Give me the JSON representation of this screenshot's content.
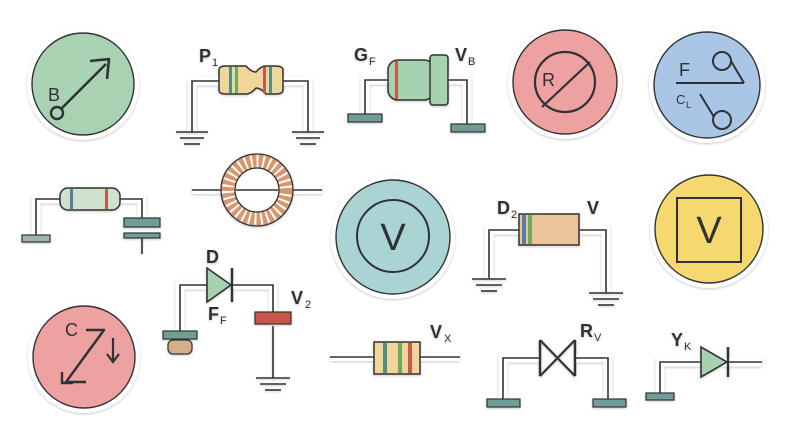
{
  "labels": {
    "b": "B",
    "p1": "P",
    "p1_sub": "1",
    "gf": "G",
    "gf_sub": "F",
    "vb": "V",
    "vb_sub": "B",
    "r": "R",
    "f": "F",
    "cl": "C",
    "cl_sub": "L",
    "v_mid": "V",
    "d2": "D",
    "d2_sub": "2",
    "v_d2": "V",
    "v_right": "V",
    "c": "C",
    "d": "D",
    "ff": "F",
    "ff_sub": "F",
    "v2": "V",
    "v2_sub": "2",
    "vx": "V",
    "vx_sub": "X",
    "rv": "R",
    "rv_sub": "V",
    "yk": "Y",
    "yk_sub": "K"
  },
  "colors": {
    "green_circle": "#a9d2b2",
    "red_circle": "#eea1a1",
    "blue_circle": "#a9c6e6",
    "teal_circle": "#aad4d4",
    "yellow_circle": "#f6d86f",
    "resistor_tan": "#f0d69a",
    "component_green": "#a6d2b2",
    "component_teal": "#6f9e96",
    "coil_copper": "#d9956c",
    "red_block": "#cc5548",
    "ink": "#2f3336"
  }
}
